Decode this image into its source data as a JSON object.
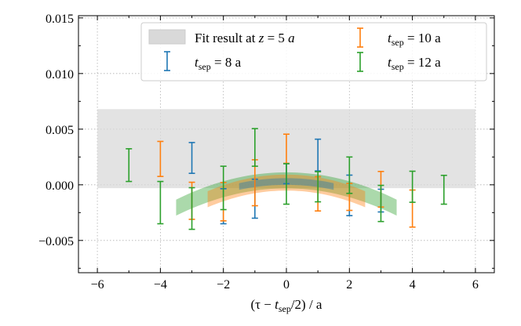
{
  "chart_data": {
    "type": "errorbar",
    "xlabel": "(τ − t_sep/2) / a",
    "xlabel_parts": {
      "pre": "(τ − ",
      "t": "t",
      "sub": "sep",
      "post": "/2) / a"
    },
    "ylabel": "",
    "xlim": [
      -6.6,
      6.6
    ],
    "ylim": [
      -0.0079,
      0.0152
    ],
    "xticks": [
      -6,
      -4,
      -2,
      0,
      2,
      4,
      6
    ],
    "xtick_labels": [
      "−6",
      "−4",
      "−2",
      "0",
      "2",
      "4",
      "6"
    ],
    "yticks": [
      -0.005,
      0.0,
      0.005,
      0.01,
      0.015
    ],
    "ytick_labels": [
      "−0.005",
      "0.000",
      "0.005",
      "0.010",
      "0.015"
    ],
    "grid": true,
    "legend_position": "top-right",
    "fit_band": {
      "label": "Fit result at z = 5 a",
      "label_pre": "Fit result at ",
      "label_z": "z",
      "label_post": " = 5 ",
      "label_a": "a",
      "x_range": [
        -6,
        6
      ],
      "y_low": -0.0003,
      "y_high": 0.0068,
      "color": "#d9d9d9"
    },
    "series": [
      {
        "name": "t_sep = 8 a",
        "legend_t": "t",
        "legend_sub": "sep",
        "legend_rest": " = 8 a",
        "color": "#1f77b4",
        "band": {
          "x_range": [
            -1.5,
            1.5
          ],
          "center0": 0.0003,
          "curv": 0.0002,
          "halfwidth": 0.0003
        },
        "points": [
          {
            "x": -3,
            "low": 0.00103,
            "high": 0.0038
          },
          {
            "x": -2,
            "low": -0.0035,
            "high": -0.00035
          },
          {
            "x": -1,
            "low": -0.003,
            "high": 0.0005
          },
          {
            "x": 0,
            "low": 0.0001,
            "high": 0.0019
          },
          {
            "x": 1,
            "low": 0.00125,
            "high": 0.0041
          },
          {
            "x": 2,
            "low": -0.00277,
            "high": 0.00087
          },
          {
            "x": 3,
            "low": -0.00244,
            "high": -0.0004
          }
        ]
      },
      {
        "name": "t_sep = 10 a",
        "legend_t": "t",
        "legend_sub": "sep",
        "legend_rest": " = 10 a",
        "color": "#ff7f0e",
        "band": {
          "x_range": [
            -2.5,
            2.5
          ],
          "center0": 0.0002,
          "curv": 0.00024,
          "halfwidth": 0.00072
        },
        "points": [
          {
            "x": -4,
            "low": 0.00075,
            "high": 0.0039
          },
          {
            "x": -3,
            "low": -0.0031,
            "high": 0.00023
          },
          {
            "x": -2,
            "low": -0.00324,
            "high": 0.0002
          },
          {
            "x": -1,
            "low": -0.00188,
            "high": 0.00225
          },
          {
            "x": 0,
            "low": 0.00193,
            "high": 0.00455
          },
          {
            "x": 1,
            "low": -0.00235,
            "high": 0.00073
          },
          {
            "x": 2,
            "low": -0.0023,
            "high": 0.00012
          },
          {
            "x": 3,
            "low": -0.002,
            "high": 0.0012
          },
          {
            "x": 4,
            "low": -0.0038,
            "high": -0.00047
          }
        ]
      },
      {
        "name": "t_sep = 12 a",
        "legend_t": "t",
        "legend_sub": "sep",
        "legend_rest": " = 12 a",
        "color": "#2ca02c",
        "band": {
          "x_range": [
            -3.5,
            3.5
          ],
          "center0": 0.0004,
          "curv": 0.0002,
          "halfwidth": 0.00072
        },
        "points": [
          {
            "x": -5,
            "low": 0.0003,
            "high": 0.00324
          },
          {
            "x": -4,
            "low": -0.0035,
            "high": 0.0003
          },
          {
            "x": -3,
            "low": -0.004,
            "high": -0.00026
          },
          {
            "x": -2,
            "low": -0.00223,
            "high": 0.00167
          },
          {
            "x": -1,
            "low": 0.00167,
            "high": 0.00505
          },
          {
            "x": 0,
            "low": -0.00174,
            "high": 0.0019
          },
          {
            "x": 1,
            "low": -0.00153,
            "high": 0.00118
          },
          {
            "x": 2,
            "low": -0.00077,
            "high": 0.0025
          },
          {
            "x": 3,
            "low": -0.0033,
            "high": -5e-05
          },
          {
            "x": 4,
            "low": -0.00157,
            "high": 0.00122
          },
          {
            "x": 5,
            "low": -0.00174,
            "high": 0.00085
          }
        ]
      }
    ]
  }
}
